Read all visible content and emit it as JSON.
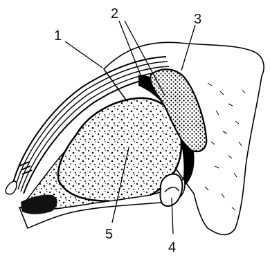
{
  "figure": {
    "callouts": [
      {
        "id": "1",
        "text": "1"
      },
      {
        "id": "2",
        "text": "2"
      },
      {
        "id": "3",
        "text": "3"
      },
      {
        "id": "4",
        "text": "4"
      },
      {
        "id": "5",
        "text": "5"
      }
    ]
  }
}
